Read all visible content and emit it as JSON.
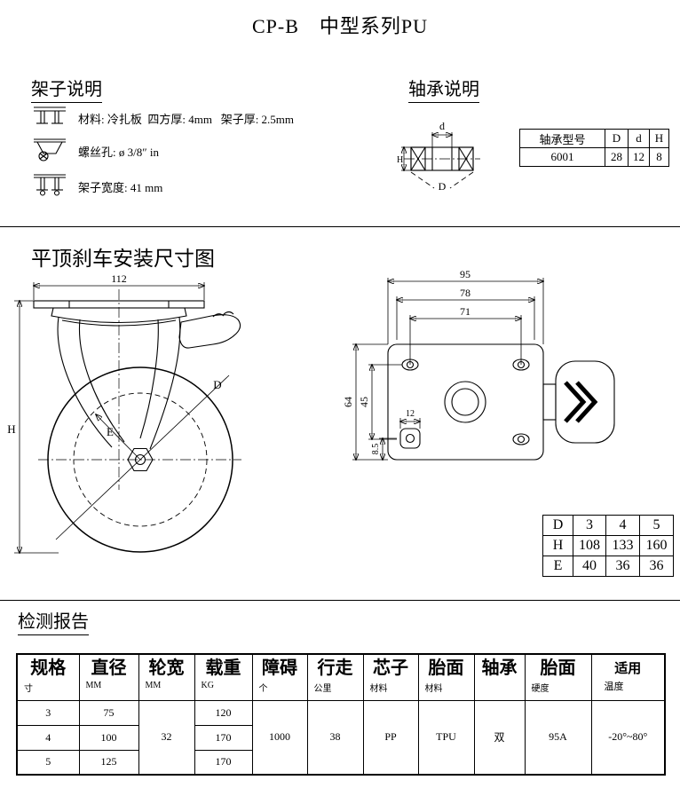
{
  "title": "CP-B　中型系列PU",
  "frame_section": {
    "heading": "架子说明",
    "items": [
      "材料: 冷扎板  四方厚: 4mm   架子厚: 2.5mm",
      "螺丝孔: ø 3/8″ in",
      "架子宽度: 41 mm"
    ]
  },
  "bearing_section": {
    "heading": "轴承说明",
    "diagram": {
      "bore_label": "d",
      "outer_label": "D",
      "height_label": "H"
    },
    "table": {
      "headers": [
        "轴承型号",
        "D",
        "d",
        "H"
      ],
      "values": [
        "6001",
        "28",
        "12",
        "8"
      ]
    }
  },
  "dimension_section": {
    "heading": "平顶刹车安装尺寸图",
    "side_view": {
      "plate_width": "112",
      "height_label": "H",
      "offset_label": "E",
      "diameter_label": "D"
    },
    "top_view": {
      "overall_width": "95",
      "slot_outer_span": "78",
      "hole_pitch_x": "71",
      "overall_depth": "64",
      "hole_pitch_y": "45",
      "slot_width": "12",
      "slot_offset": "8.5"
    },
    "size_table": {
      "rows": [
        [
          "D",
          "3",
          "4",
          "5"
        ],
        [
          "H",
          "108",
          "133",
          "160"
        ],
        [
          "E",
          "40",
          "36",
          "36"
        ]
      ]
    }
  },
  "report_section": {
    "heading": "检测报告",
    "table": {
      "headers": [
        {
          "label": "规格",
          "sub": "寸"
        },
        {
          "label": "直径",
          "sub": "MM"
        },
        {
          "label": "轮宽",
          "sub": "MM"
        },
        {
          "label": "载重",
          "sub": "KG"
        },
        {
          "label": "障碍",
          "sub": "个"
        },
        {
          "label": "行走",
          "sub": "公里"
        },
        {
          "label": "芯子",
          "sub": "材料"
        },
        {
          "label": "胎面",
          "sub": "材料"
        },
        {
          "label": "轴承",
          "sub": ""
        },
        {
          "label": "胎面",
          "sub": "硬度"
        },
        {
          "label": "适用",
          "sub": "温度"
        }
      ],
      "rows": [
        {
          "size": "3",
          "diameter": "75",
          "load": "120"
        },
        {
          "size": "4",
          "diameter": "100",
          "load": "170"
        },
        {
          "size": "5",
          "diameter": "125",
          "load": "170"
        }
      ],
      "shared": {
        "wheel_width": "32",
        "obstacles": "1000",
        "distance": "38",
        "core_material": "PP",
        "tread_material": "TPU",
        "bearing": "双",
        "hardness": "95A",
        "temperature": "-20°~80°"
      }
    }
  }
}
